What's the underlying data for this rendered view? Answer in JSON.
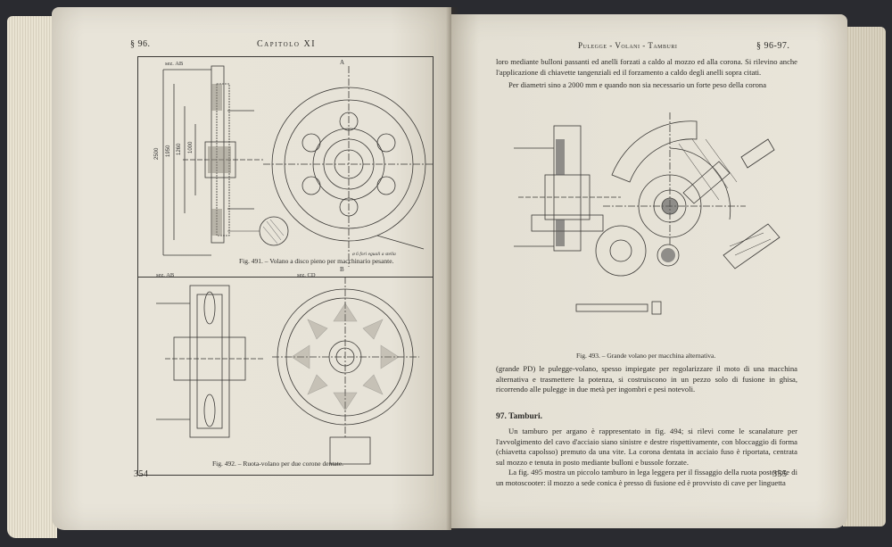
{
  "left_page": {
    "section_marker": "§ 96.",
    "chapter_title": "Capitolo XI",
    "page_number": "354",
    "fig491": {
      "caption": "Fig. 491. – Volano a disco pieno per macchinario pesante.",
      "label_sez": "sez. AB",
      "label_a": "A",
      "label_b": "B",
      "dims": [
        "2500",
        "1950",
        "1260",
        "1000"
      ],
      "note": "ø 6 fori  eguali a stella"
    },
    "fig492": {
      "caption": "Fig. 492. – Ruota-volano per due corone dentate.",
      "label_sez": "sez. AB",
      "label_scale": "sez. CD"
    }
  },
  "right_page": {
    "running_head": "Pulegge - Volani - Tamburi",
    "section_marker": "§ 96-97.",
    "page_number": "355",
    "paragraph1": "loro mediante bulloni passanti ed anelli forzati a caldo al mozzo ed alla corona. Si rilevino anche l'applicazione di chiavette tangenziali ed il forzamento a caldo degli anelli sopra citati.",
    "paragraph2": "Per diametri sino a 2000 mm e quando non sia necessario un forte peso della corona",
    "fig493_caption": "Fig. 493. – Grande volano per macchina alternativa.",
    "paragraph3": "(grande PD) le pulegge-volano, spesso impiegate per regolarizzare il moto di una macchina alternativa e trasmettere la potenza, si costruiscono in un pezzo solo di fusione in ghisa, ricorrendo alle pulegge in due metà per ingombri e pesi notevoli.",
    "section_title": "97. Tamburi.",
    "paragraph4": "Un tamburo per argano è rappresentato in fig. 494; si rilevi come le scanalature per l'avvolgimento del cavo d'acciaio siano sinistre e destre rispettivamente, con bloccaggio di forma (chiavetta capolsso) premuto da una vite. La corona dentata in acciaio fuso è riportata, centrata sul mozzo e tenuta in posto mediante bulloni e bussole forzate.",
    "paragraph5": "La fig. 495 mostra un piccolo tamburo in lega leggera per il fissaggio della ruota posteriore di un motoscooter: il mozzo a sede conica è presso di fusione ed è provvisto di cave per linguetta"
  }
}
